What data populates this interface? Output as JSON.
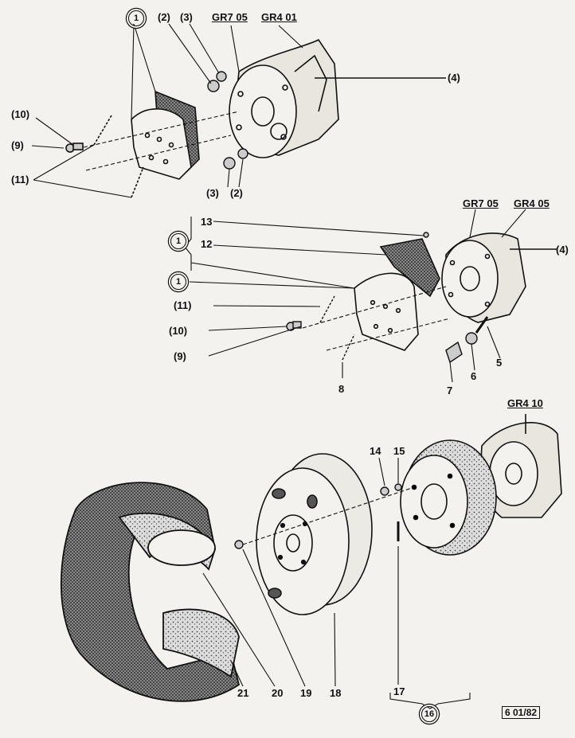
{
  "labels": {
    "top": {
      "kit": "1",
      "p2a": "(2)",
      "p3a": "(3)",
      "gr705": "GR7 05",
      "gr401": "GR4 01",
      "p4": "(4)",
      "p10": "(10)",
      "p9": "(9)",
      "p11": "(11)",
      "p3b": "(3)",
      "p2b": "(2)"
    },
    "middle": {
      "n13": "13",
      "n12": "12",
      "kitA": "1",
      "kitB": "1",
      "gr705": "GR7 05",
      "gr405": "GR4 05",
      "p4": "(4)",
      "p11": "(11)",
      "p10": "(10)",
      "p9": "(9)",
      "n8": "8",
      "n7": "7",
      "n6": "6",
      "n5": "5"
    },
    "bottom": {
      "gr410": "GR4 10",
      "n14": "14",
      "n15": "15",
      "n17": "17",
      "n21": "21",
      "n20": "20",
      "n19": "19",
      "n18": "18",
      "kit": "16"
    },
    "ref": "6 01/82"
  }
}
